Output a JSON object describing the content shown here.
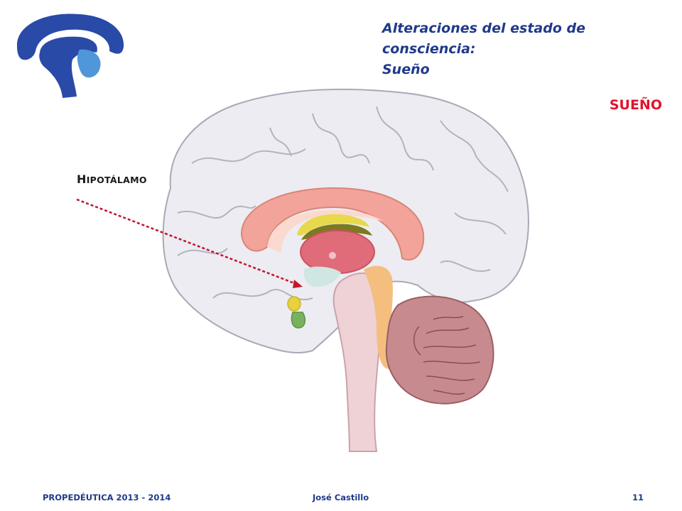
{
  "slide": {
    "title_line1": "Alteraciones del estado de consciencia:",
    "title_line2": "Sueño",
    "section": "SUEÑO",
    "label_cap": "H",
    "label_rest": "IPOTÁLAMO",
    "logo_icon": "brain-logo-icon",
    "illustration_icon": "brain-sagittal-illustration",
    "colors": {
      "title": "#1f3a8a",
      "section": "#e0132e",
      "logo_dark": "#2a4aa8",
      "logo_light": "#4f97d8",
      "arrow": "#c0162b"
    }
  },
  "footer": {
    "left": "PROPEDÉUTICA 2013 - 2014",
    "center": "José Castillo",
    "page": "11"
  }
}
